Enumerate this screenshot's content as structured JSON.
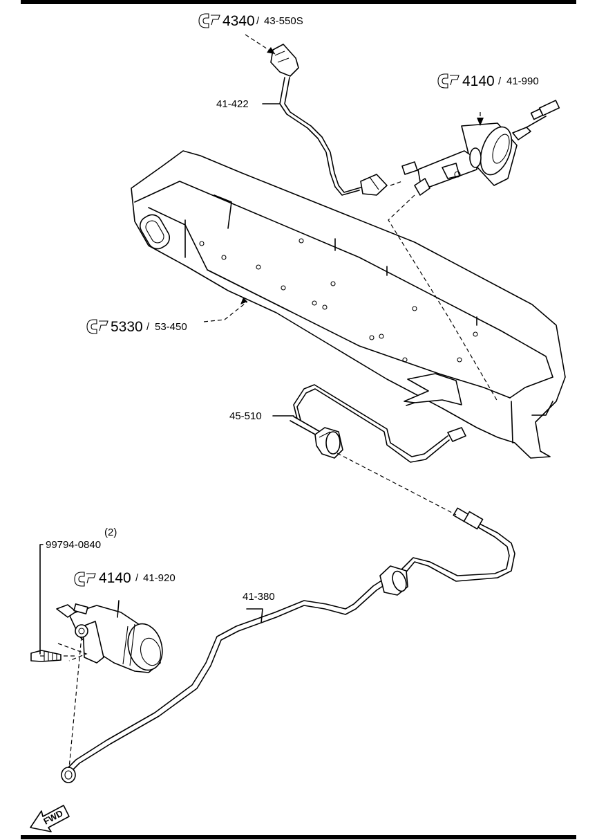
{
  "callouts": [
    {
      "id": "c4340",
      "ref": "4340",
      "part": "43-550S"
    },
    {
      "id": "c4140a",
      "ref": "4140",
      "part": "41-990"
    },
    {
      "id": "c5330",
      "ref": "5330",
      "part": "53-450"
    },
    {
      "id": "c4140b",
      "ref": "4140",
      "part": "41-920"
    }
  ],
  "labels": {
    "pipe_41422": "41-422",
    "hose_45510": "45-510",
    "pipe_41380": "41-380",
    "bolt": "99794-0840",
    "bolt_qty": "(2)",
    "fwd": "FWD"
  },
  "icons": {
    "callout_ref": "reference-arrow-icon",
    "direction": "fwd-arrow-icon"
  }
}
